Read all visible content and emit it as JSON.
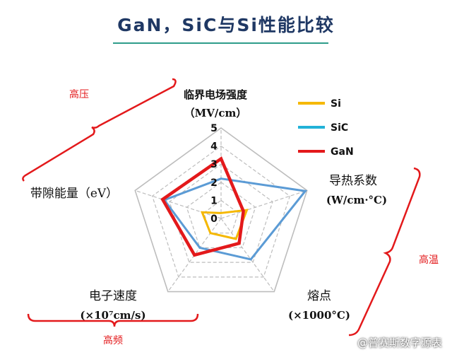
{
  "title": "GaN，SiC与Si性能比较",
  "watermark": "@普赛斯数字源表",
  "colors": {
    "title": "#1f3864",
    "accent_rule": "#2e9c8a",
    "annotation": "#e3191b",
    "grid": "#bdbdbd"
  },
  "chart_data": {
    "type": "radar",
    "title": "GaN，SiC与Si性能比较",
    "axes": [
      {
        "label": "临界电场强度",
        "unit": "（MV/cm）"
      },
      {
        "label": "导热系数",
        "unit": "(W/cm·°C)"
      },
      {
        "label": "熔点",
        "unit": "(×1000°C)"
      },
      {
        "label": "电子速度",
        "unit": "(×10⁷cm/s)"
      },
      {
        "label": "带隙能量（eV）",
        "unit": ""
      }
    ],
    "rlim": [
      0,
      5
    ],
    "ticks": [
      "0",
      "1",
      "2",
      "3",
      "4",
      "5"
    ],
    "grid": true,
    "legend_position": "top-right",
    "series": [
      {
        "name": "Si",
        "color": "#f5b800",
        "values": [
          0.3,
          1.5,
          1.4,
          1.0,
          1.1
        ]
      },
      {
        "name": "SiC",
        "color": "#5b9bd5",
        "values": [
          2.2,
          4.9,
          2.8,
          2.0,
          3.3
        ]
      },
      {
        "name": "GaN",
        "color": "#e3191b",
        "values": [
          3.3,
          1.3,
          1.7,
          2.5,
          3.4
        ]
      }
    ],
    "annotations": [
      {
        "text": "高压"
      },
      {
        "text": "高温"
      },
      {
        "text": "高频"
      }
    ]
  }
}
